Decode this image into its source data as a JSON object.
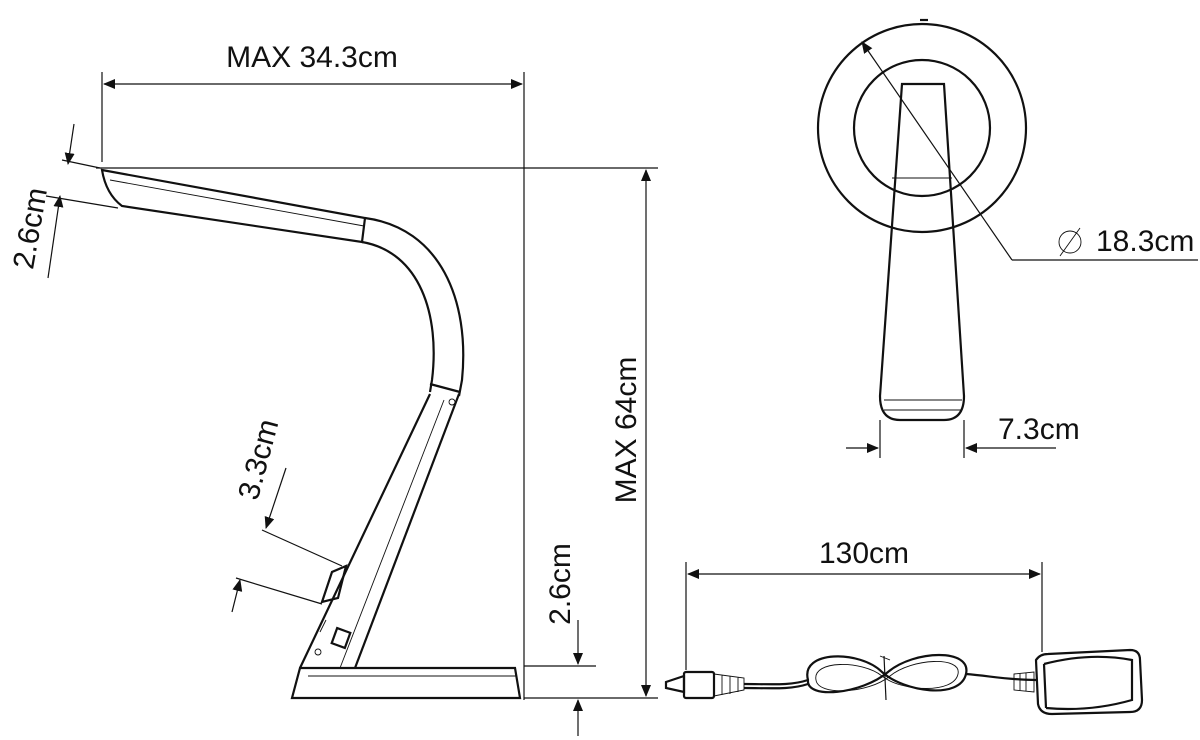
{
  "dimensions": {
    "max_width": "MAX 34.3cm",
    "max_height": "MAX 64cm",
    "head_thickness": "2.6cm",
    "switch_size": "3.3cm",
    "base_thickness": "2.6cm",
    "base_diameter": "18.3cm",
    "neck_width": "7.3cm",
    "cable_length": "130cm"
  },
  "symbols": {
    "diameter": "diameter-symbol"
  }
}
